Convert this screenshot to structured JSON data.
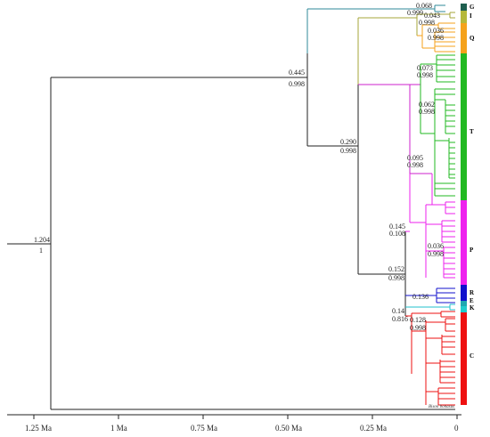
{
  "root_node": {
    "age": "1.204",
    "support": "1"
  },
  "nodes": [
    {
      "id": "n0445",
      "age": "0.445",
      "support": "0.998"
    },
    {
      "id": "n0290",
      "age": "0.290",
      "support": "0.998"
    },
    {
      "id": "n0152",
      "age": "0.152",
      "support": "0.998"
    },
    {
      "id": "n0145",
      "age": "0.145",
      "support": "0.108"
    },
    {
      "id": "n0095",
      "age": "0.095",
      "support": "0.998"
    },
    {
      "id": "n0073",
      "age": "0.073",
      "support": "0.998"
    },
    {
      "id": "n0062",
      "age": "0.062",
      "support": "0.998"
    },
    {
      "id": "n0068",
      "age": "0.068",
      "support": "0.999"
    },
    {
      "id": "n0043",
      "age": "0.043",
      "support": "0.998"
    },
    {
      "id": "n0036a",
      "age": "0.036",
      "support": "0.998"
    },
    {
      "id": "n0036b",
      "age": "0.036",
      "support": "0.998"
    },
    {
      "id": "n0136",
      "age": "0.136",
      "support": ""
    },
    {
      "id": "n014",
      "age": "0.14",
      "support": "0.816"
    },
    {
      "id": "n0128",
      "age": "0.128",
      "support": "0.998"
    }
  ],
  "clades": [
    {
      "name": "G",
      "color": "#1f5f4f"
    },
    {
      "name": "I",
      "color": "#b5b83a"
    },
    {
      "name": "Q",
      "color": "#f5a21b"
    },
    {
      "name": "T",
      "color": "#22b922"
    },
    {
      "name": "P",
      "color": "#ee22ee"
    },
    {
      "name": "R",
      "color": "#1010cc"
    },
    {
      "name": "E",
      "color": "#1fa8b0"
    },
    {
      "name": "K",
      "color": "#20cccc"
    },
    {
      "name": "C",
      "color": "#ee1111"
    }
  ],
  "outgroup": "Bison bonasus",
  "time_axis": {
    "ticks": [
      "1.25 Ma",
      "1 Ma",
      "0.75 Ma",
      "0.50 Ma",
      "0.25 Ma",
      "0"
    ]
  }
}
